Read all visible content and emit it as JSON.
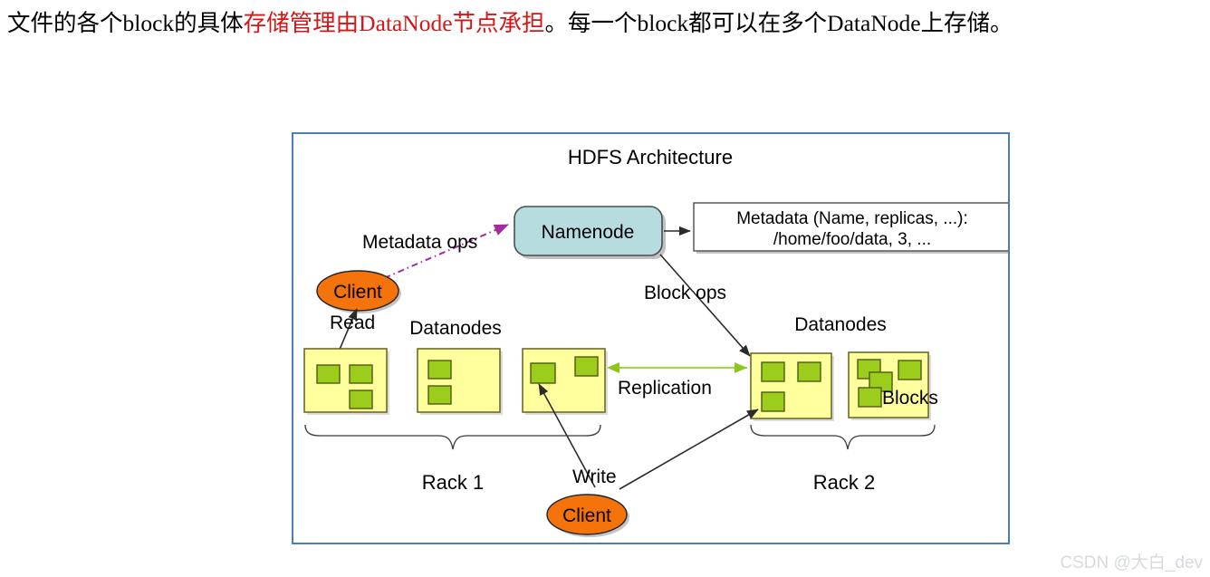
{
  "article": {
    "heading_parts": [
      {
        "text": "文件的各个block的具体",
        "highlight": false
      },
      {
        "text": "存储管理由DataNode节点承担",
        "highlight": true
      },
      {
        "text": "。每一个block都可以在多个DataNode上存储。",
        "highlight": false
      }
    ],
    "heading_full": "文件的各个block的具体存储管理由DataNode节点承担。每一个block都可以在多个DataNode上存储。"
  },
  "diagram": {
    "title": "HDFS Architecture",
    "namenode": {
      "label": "Namenode",
      "fill": "#b6dcdf",
      "stroke": "#4d4d4d"
    },
    "metadata_box": {
      "line1": "Metadata (Name, replicas, ...):",
      "line2": "/home/foo/data, 3, ...",
      "fill": "#ffffff",
      "stroke": "#4d4d4d"
    },
    "clients": [
      {
        "id": "client-read",
        "label": "Client",
        "fill": "#f4740b"
      },
      {
        "id": "client-write",
        "label": "Client",
        "fill": "#f4740b"
      }
    ],
    "edges": [
      {
        "id": "metadata-ops",
        "label": "Metadata ops",
        "color": "#a22ba2",
        "style": "dash-dot"
      },
      {
        "id": "block-ops",
        "label": "Block ops",
        "color": "#3a3a3a",
        "style": "solid"
      },
      {
        "id": "read",
        "label": "Read",
        "color": "#3a3a3a",
        "style": "solid"
      },
      {
        "id": "write",
        "label": "Write",
        "color": "#3a3a3a",
        "style": "solid"
      },
      {
        "id": "replication",
        "label": "Replication",
        "color": "#9fd93a",
        "style": "solid-bidirectional"
      }
    ],
    "group_labels": [
      {
        "id": "datanodes-left",
        "label": "Datanodes"
      },
      {
        "id": "datanodes-right",
        "label": "Datanodes"
      },
      {
        "id": "blocks",
        "label": "Blocks"
      }
    ],
    "racks": [
      {
        "id": "rack-1",
        "label": "Rack 1"
      },
      {
        "id": "rack-2",
        "label": "Rack 2"
      }
    ],
    "colors": {
      "frame_border": "#4a7ebb",
      "datanode_fill": "#ffff9e",
      "datanode_stroke": "#6b6b2a",
      "block_fill": "#9ccd1c",
      "block_stroke": "#4f5a14",
      "arrow": "#3a3a3a"
    }
  },
  "watermark": {
    "text": "CSDN @大白_dev"
  }
}
